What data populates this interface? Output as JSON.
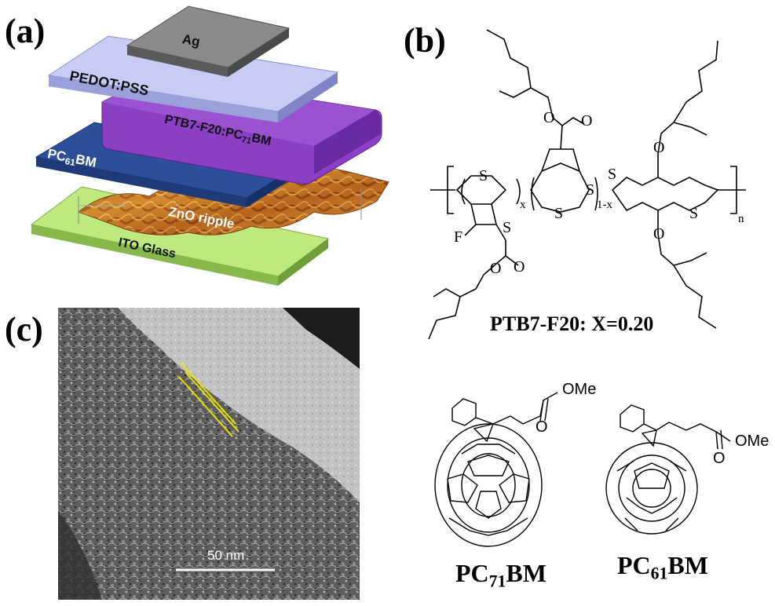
{
  "panels": {
    "a": "(a)",
    "b": "(b)",
    "c": "(c)"
  },
  "device_layers": {
    "ag": "Ag",
    "pedot": "PEDOT:PSS",
    "ptb7_blend_main": "PTB7-F20:PC",
    "ptb7_blend_sub": "71",
    "ptb7_blend_end": "BM",
    "pc61_main": "PC",
    "pc61_sub": "61",
    "pc61_end": "BM",
    "zno": "ZnO ripple",
    "ito": "ITO Glass"
  },
  "layer_colors": {
    "ag": "#8a8a8a",
    "pedot": "#c8ccf4",
    "ptb7": "#8a3fc4",
    "pc61bm": "#2c4f9a",
    "zno": "#c77a22",
    "ito": "#bfe87f"
  },
  "polymer": {
    "sulfur": "S",
    "fluorine": "F",
    "oxygen": "O",
    "sub_x": "x",
    "sub_1x": "1-x",
    "sub_n": "n",
    "caption": "PTB7-F20:  X=0.20"
  },
  "fullerenes": {
    "pc71_main": "PC",
    "pc71_sub": "71",
    "pc71_end": "BM",
    "pc61_main": "PC",
    "pc61_sub": "61",
    "pc61_end": "BM",
    "ome": "OMe"
  },
  "tem": {
    "scalebar_label": "50 nm"
  }
}
